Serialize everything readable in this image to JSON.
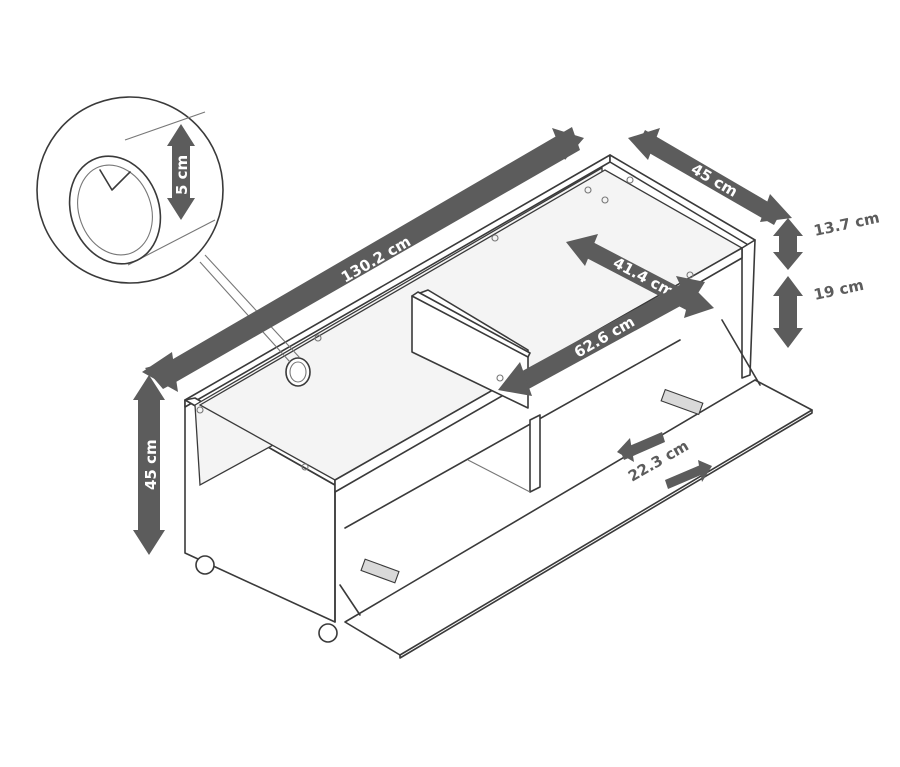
{
  "dimensions": {
    "width": "130.2 cm",
    "depth": "45 cm",
    "height": "45 cm",
    "flap_height": "13.7 cm",
    "compartment_height": "19 cm",
    "inner_depth": "41.4 cm",
    "inner_width": "62.6 cm",
    "drawer_depth": "22.3 cm",
    "cable_hole": "5 cm"
  },
  "colors": {
    "arrow": "#5c5c5c",
    "line": "#3a3a3a",
    "background": "#ffffff"
  }
}
